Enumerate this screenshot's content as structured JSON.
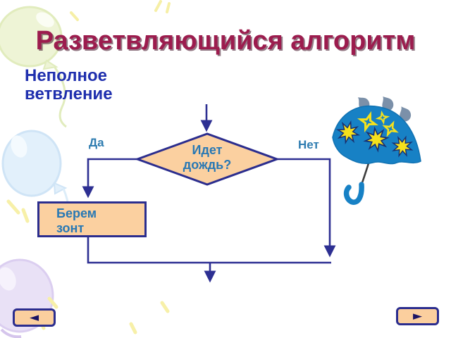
{
  "slide": {
    "title": "Разветвляющийся алгоритм",
    "subtitle": "Неполное ветвление"
  },
  "flowchart": {
    "decision": {
      "label": "Идет дождь?",
      "shape": "diamond"
    },
    "yes_branch": {
      "label": "Да"
    },
    "no_branch": {
      "label": "Нет"
    },
    "action": {
      "label": "Берем зонт",
      "shape": "rectangle"
    }
  },
  "navigation": {
    "back_icon": "◄",
    "forward_icon": "►"
  },
  "decorations": {
    "umbrella_icon": "blue-umbrella-with-yellow-stars",
    "raindrop_icons": "three-raindrops",
    "balloon_icons": [
      "green-balloon",
      "blue-balloon",
      "purple-balloon"
    ],
    "sparkle_icons": "yellow-sparkles"
  },
  "colors": {
    "title_text": "#9c1c4e",
    "subtitle_text": "#1f2fae",
    "shape_fill": "#fbd0a0",
    "shape_border": "#2b2d8e",
    "shape_text": "#2878b4",
    "flow_line": "#2d2f92",
    "umbrella_blue": "#1781c5",
    "star_yellow": "#f5e11c",
    "raindrop_gray": "#7b90a9"
  }
}
